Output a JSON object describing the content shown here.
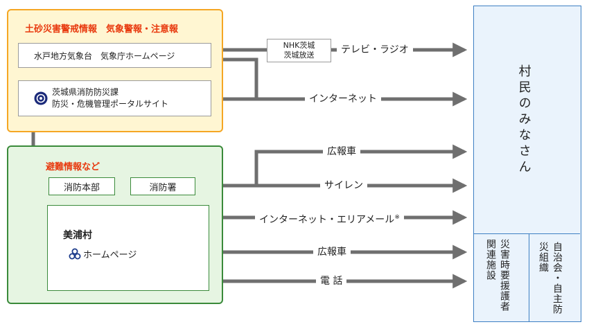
{
  "top_group": {
    "title": "土砂災害警戒情報　気象警報・注意報",
    "source_box": "水戸地方気象台　気象庁ホームページ",
    "pref_box_line1": "茨城県消防防災課",
    "pref_box_line2": "防災・危機管理ポータルサイト"
  },
  "broadcast_box": {
    "line1": "NHK茨城",
    "line2": "茨城放送"
  },
  "bottom_group": {
    "title": "避難情報など",
    "fire_hq": "消防本部",
    "fire_station": "消防署",
    "village": "美浦村",
    "village_hp": "ホームページ"
  },
  "channels": {
    "tv_radio": "テレビ・ラジオ",
    "internet": "インターネット",
    "pr_car_1": "広報車",
    "siren": "サイレン",
    "internet_area_mail": "インターネット・エリアメール",
    "note_mark": "※",
    "pr_car_2": "広報車",
    "phone": "電 話"
  },
  "recipients": {
    "residents": "村民のみなさん",
    "care_facilities": "災害時要援護者関連施設",
    "self_defense": "自治会・自主防災組織"
  },
  "colors": {
    "orange_border": "#f5a623",
    "orange_fill": "#fff6d2",
    "green_border": "#3a8a3a",
    "green_fill": "#e6f5e2",
    "red_text": "#e8380d",
    "arrow_gray": "#6f6f6f",
    "blue_border": "#3d7fc3"
  }
}
